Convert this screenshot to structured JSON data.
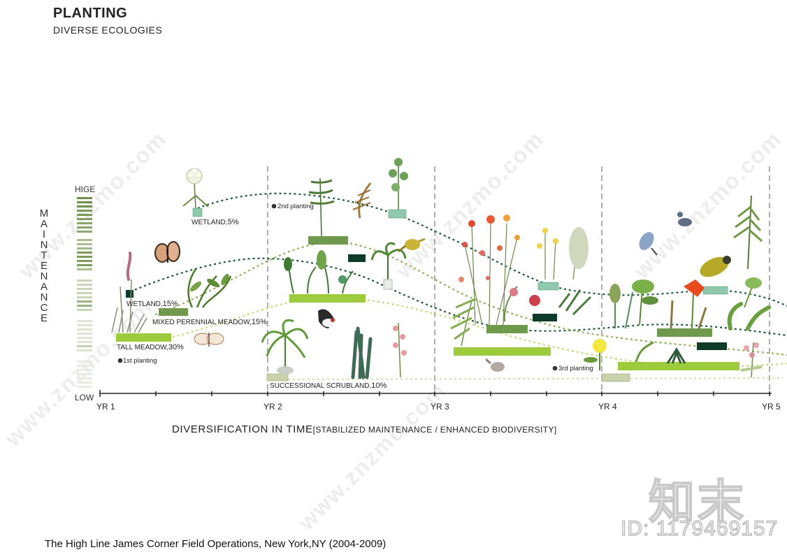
{
  "header": {
    "title": "PLANTING",
    "subtitle": "DIVERSE ECOLOGIES"
  },
  "axes": {
    "y_title_letters": [
      "M",
      "A",
      "I",
      "N",
      "T",
      "E",
      "N",
      "A",
      "N",
      "C",
      "E"
    ],
    "y_high": "HIGE",
    "y_low": "LOW",
    "x_ticks": [
      "YR 1",
      "YR 2",
      "YR 3",
      "YR 4",
      "YR 5"
    ],
    "x_title": "DIVERSIFICATION IN TIME",
    "x_title_sub": "[STABILIZED MAINTENANCE / ENHANCED BIODIVERSITY]"
  },
  "habitats": {
    "wetland_yr1": {
      "name": "WETLAND,",
      "pct": "5%"
    },
    "wetland_15": {
      "name": "WETLAND,",
      "pct": "15%"
    },
    "mixed_meadow": {
      "name": "MIXED PERENNIAL MEADOW,",
      "pct": "15%"
    },
    "tall_meadow": {
      "name": "TALL MEADOW,",
      "pct": "30%"
    },
    "scrubland": {
      "name": "SUCCESSIONAL SCRUBLAND,",
      "pct": "10%"
    }
  },
  "plantings": {
    "first": "1st planting",
    "second": "2nd planting",
    "third": "3rd planting"
  },
  "footer": {
    "credit": "The High Line James Corner Field Operations, New York,NY (2004-2009)"
  },
  "watermark": {
    "brand": "知末",
    "id": "ID: 1179469157",
    "diagonal": "www.znzmo.com"
  },
  "colors": {
    "dark_green": "#1f5a3a",
    "mid_green": "#6f9a4e",
    "light_green": "#9ccb3c",
    "pale_green": "#bfd98f",
    "mint": "#8fc9ad",
    "grey_green": "#c9d2ad",
    "deep_green": "#0f3b2a"
  },
  "icons": [
    "flower-icon",
    "fern-icon",
    "bird-icon",
    "butterfly-icon",
    "palm-icon",
    "grass-icon"
  ]
}
